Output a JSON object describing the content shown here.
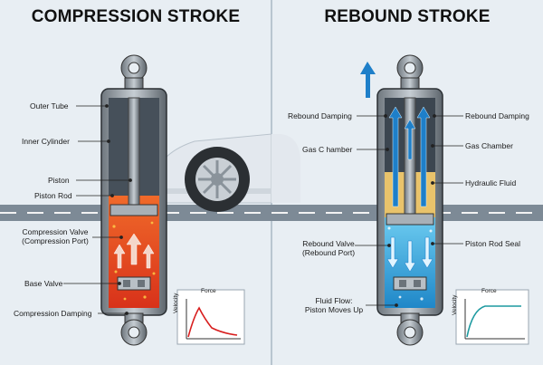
{
  "titles": {
    "left": "COMPRESSION STROKE",
    "right": "REBOUND STROKE"
  },
  "left_labels": {
    "outer_tube": "Outer Tube",
    "inner_cylinder": "Inner Cylinder",
    "piston": "Piston",
    "piston_rod": "Piston Rod",
    "compression_valve_1": "Compression Valve",
    "compression_valve_2": "(Compression Port)",
    "base_valve": "Base Valve",
    "compression_damping": "Compression Damping"
  },
  "right_labels": {
    "rebound_damping_left": "Rebound Damping",
    "gas_chamber_left": "Gas C hamber",
    "rebound_valve_1": "Rebound Valve",
    "rebound_valve_2": "(Rebound Port)",
    "fluid_flow_1": "Fluid Flow:",
    "fluid_flow_2": "Piston Moves Up",
    "rebound_damping_right": "Rebound Damping",
    "gas_chamber_right": "Gas Chamber",
    "hydraulic_fluid": "Hydraulic Fluid",
    "piston_rod_seal": "Piston Rod Seal"
  },
  "graphs": {
    "left": {
      "ylabel": "Velocity",
      "xlabel": "Force"
    },
    "right": {
      "ylabel": "Velocity",
      "xlabel": "Force"
    }
  },
  "colors": {
    "compression_fluid": "#e8401c",
    "rebound_fluid": "#2a9fd6",
    "hydraulic_fluid": "#e9c36b",
    "arrow_blue": "#1e7fc9",
    "graph_red": "#d81e1e",
    "graph_teal": "#1d9aa0"
  }
}
